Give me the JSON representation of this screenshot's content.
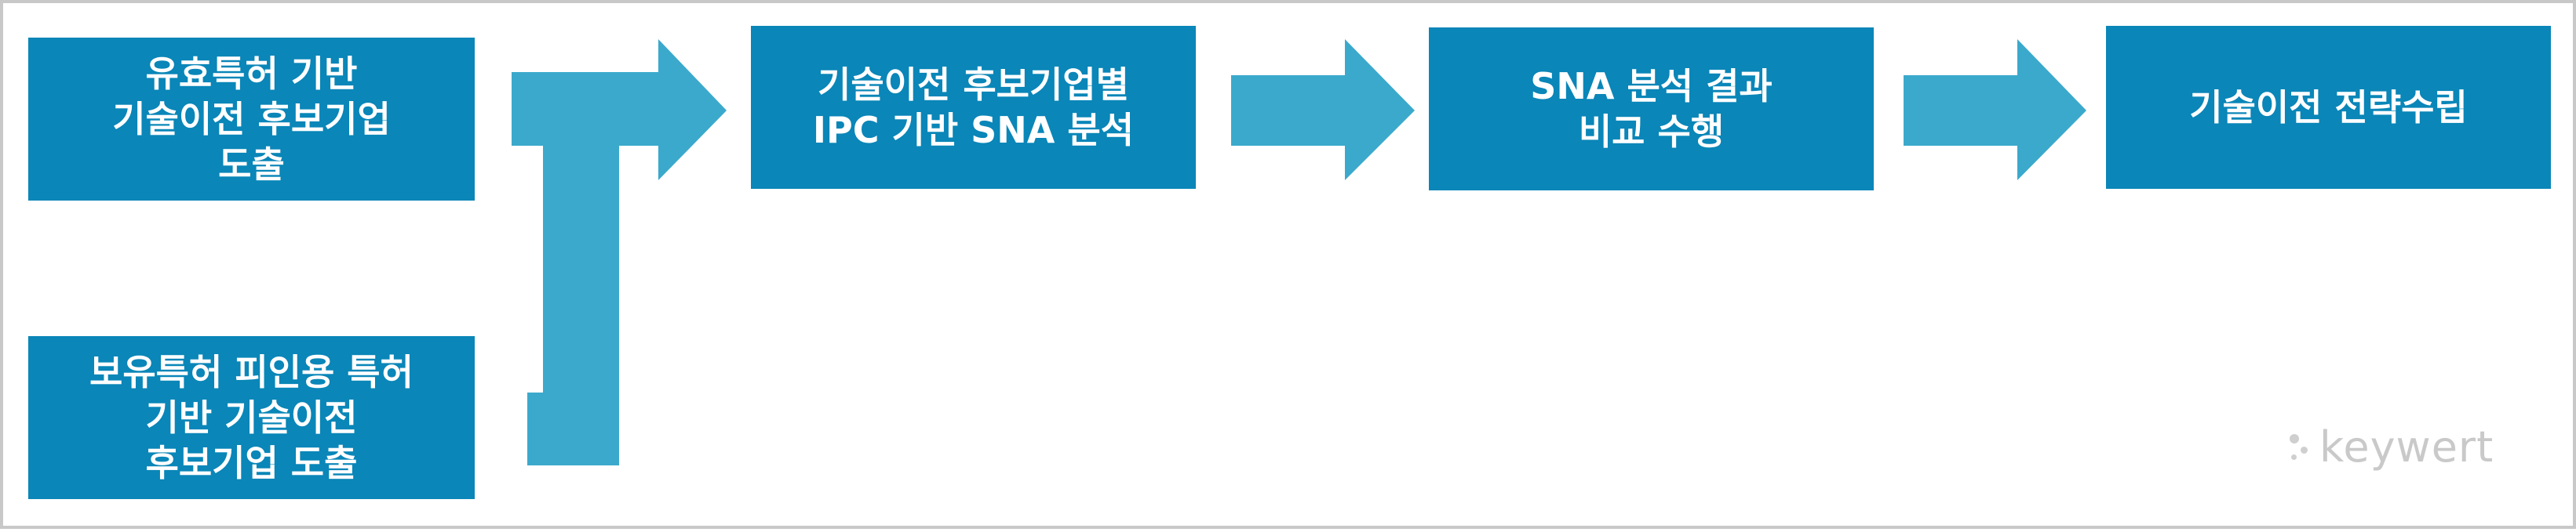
{
  "colors": {
    "box_fill": "#0a86b8",
    "arrow_fill": "#3ba9cc",
    "text": "#ffffff",
    "border": "#c8c8c8",
    "logo": "#c9c9c9"
  },
  "steps": {
    "step1a": {
      "lines": [
        "유효특허 기반",
        "기술이전 후보기업",
        "도출"
      ]
    },
    "step1b": {
      "lines": [
        "보유특허 피인용 특허",
        "기반 기술이전",
        "후보기업 도출"
      ]
    },
    "step2": {
      "lines": [
        "기술이전 후보기업별",
        "IPC 기반 SNA 분석"
      ]
    },
    "step3": {
      "lines": [
        "SNA 분석 결과",
        "비교 수행"
      ]
    },
    "step4": {
      "lines": [
        "기술이전 전략수립"
      ]
    }
  },
  "arrows": [
    "merge-arrow",
    "arrow-right",
    "arrow-right",
    "arrow-right"
  ],
  "watermark": {
    "text": "keywert"
  }
}
